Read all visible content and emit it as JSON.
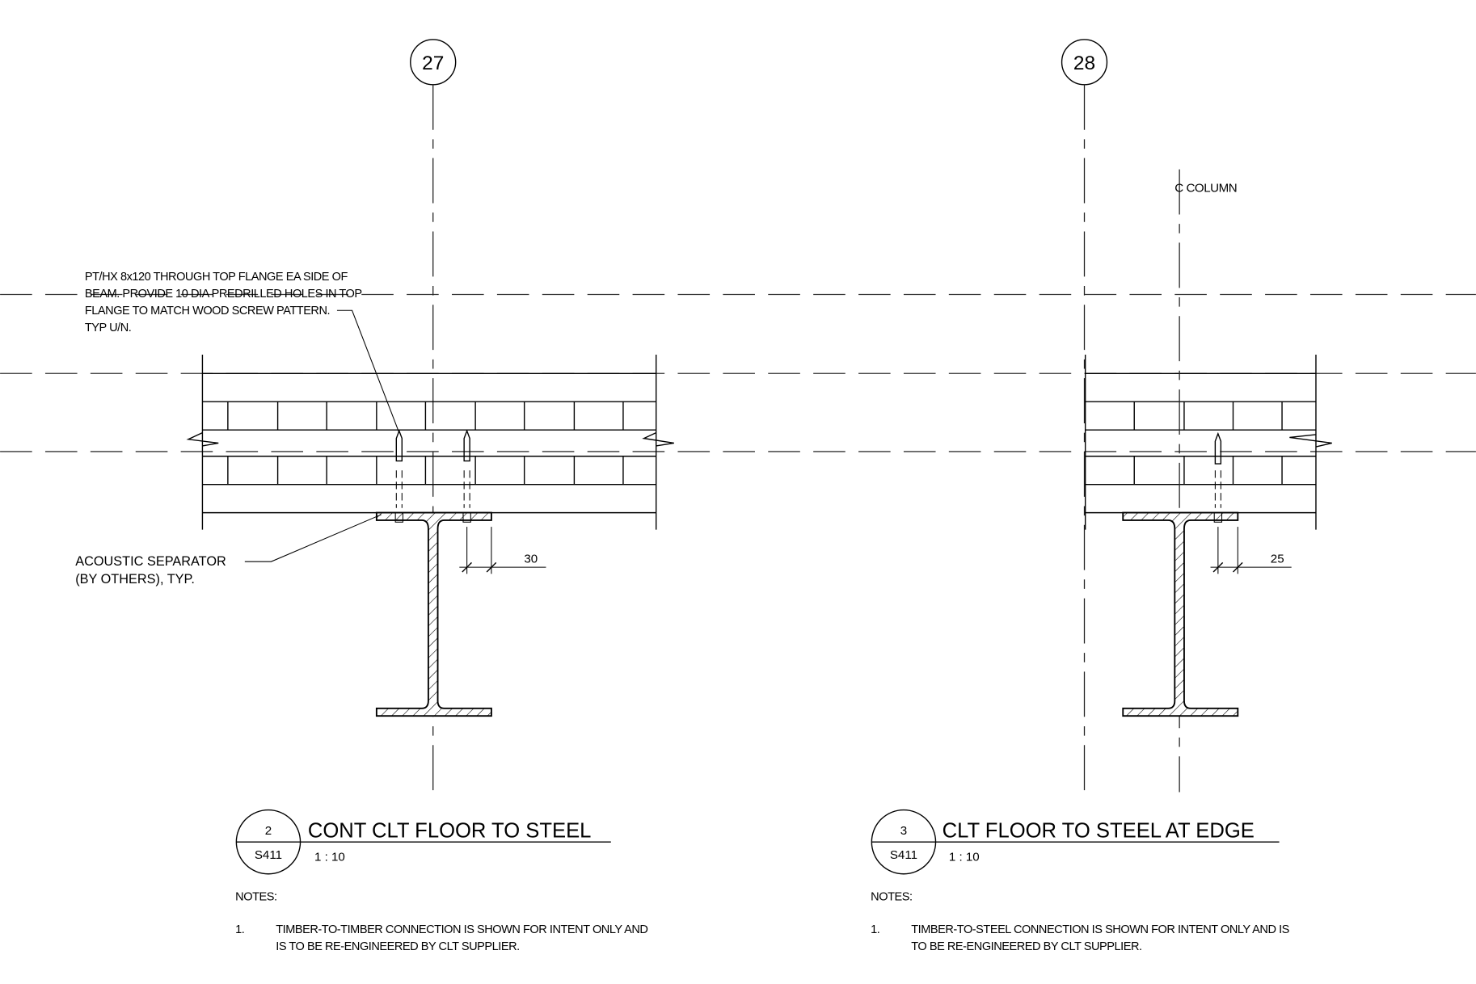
{
  "grid_lines": [
    "27",
    "28"
  ],
  "callouts": {
    "screw_note": [
      "PT/HX 8x120 THROUGH TOP FLANGE EA SIDE OF",
      "BEAM. PROVIDE 10 DIA PREDRILLED HOLES IN TOP",
      "FLANGE TO MATCH WOOD SCREW PATTERN.",
      "TYP U/N."
    ],
    "separator_note": [
      "ACOUSTIC SEPARATOR",
      "(BY OTHERS), TYP."
    ],
    "column_note": "C COLUMN"
  },
  "dimensions": {
    "left": "30",
    "right": "25"
  },
  "details": [
    {
      "number": "2",
      "sheet": "S411",
      "title": "CONT CLT FLOOR TO STEEL",
      "scale": "1 : 10",
      "notes_heading": "NOTES:",
      "note_num": "1.",
      "note_lines": [
        "TIMBER-TO-TIMBER CONNECTION IS SHOWN FOR INTENT ONLY AND",
        "IS TO BE RE-ENGINEERED BY CLT SUPPLIER."
      ]
    },
    {
      "number": "3",
      "sheet": "S411",
      "title": "CLT FLOOR TO STEEL AT EDGE",
      "scale": "1 : 10",
      "notes_heading": "NOTES:",
      "note_num": "1.",
      "note_lines": [
        "TIMBER-TO-STEEL CONNECTION IS SHOWN FOR INTENT ONLY AND IS",
        "TO BE RE-ENGINEERED BY CLT SUPPLIER."
      ]
    }
  ]
}
